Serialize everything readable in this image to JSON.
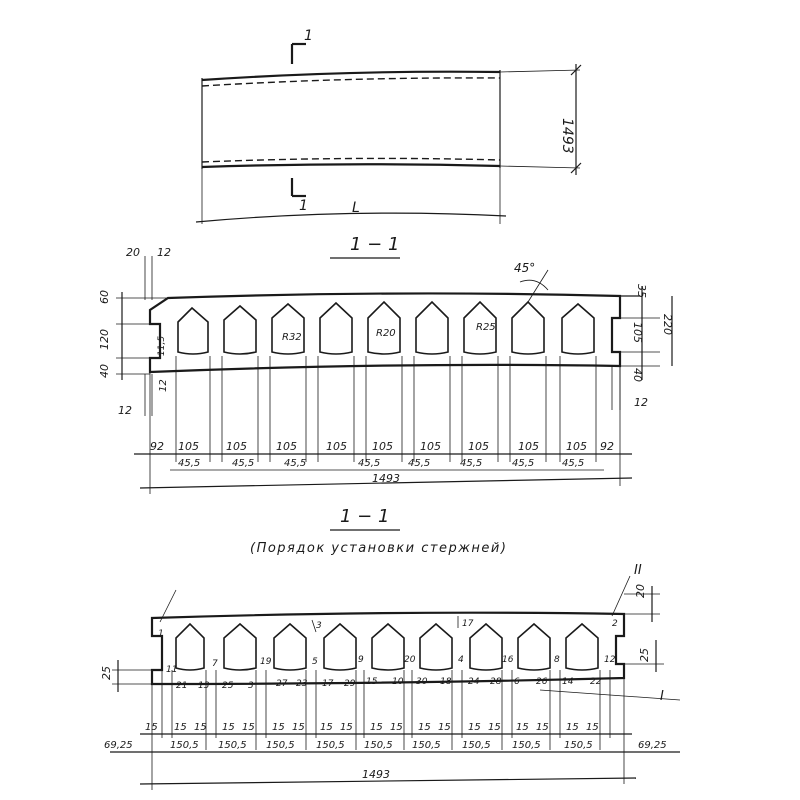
{
  "plan": {
    "section_mark": "1",
    "length_label": "L",
    "width_label": "1493"
  },
  "section1": {
    "title": "1 − 1",
    "angle": "45°",
    "top_left_dims": [
      "20",
      "12"
    ],
    "left_dims": [
      "60",
      "120",
      "40"
    ],
    "left_small": "11,5",
    "left_bottom": "12",
    "right_dims": [
      "35",
      "105",
      "40"
    ],
    "right_total": "220",
    "right_bottom": "12",
    "radii": [
      "R32",
      "R20",
      "R25"
    ],
    "spacing_row": [
      "92",
      "105",
      "105",
      "105",
      "105",
      "105",
      "105",
      "105",
      "105",
      "105",
      "92"
    ],
    "rib_row": [
      "45,5",
      "45,5",
      "45,5",
      "45,5",
      "45,5",
      "45,5",
      "45,5",
      "45,5"
    ],
    "total": "1493"
  },
  "section2": {
    "title": "1 − 1",
    "subtitle": "(Порядок  установки  стержней)",
    "mark_II": "II",
    "mark_I": "I",
    "right_top": "20",
    "right_mid": "25",
    "left_mid": "25",
    "bar_numbers": [
      "1",
      "11",
      "21",
      "13",
      "7",
      "25",
      "3",
      "19",
      "27",
      "23",
      "5",
      "17",
      "29",
      "9",
      "15",
      "10",
      "20",
      "30",
      "18",
      "24",
      "4",
      "28",
      "16",
      "6",
      "26",
      "14",
      "22",
      "8",
      "12",
      "2"
    ],
    "fifteen_row": [
      "15",
      "15",
      "15",
      "15",
      "15",
      "15",
      "15",
      "15",
      "15",
      "15",
      "15",
      "15",
      "15",
      "15",
      "15",
      "15",
      "15",
      "15",
      "15"
    ],
    "spacing_row": [
      "69,25",
      "150,5",
      "150,5",
      "150,5",
      "150,5",
      "150,5",
      "150,5",
      "150,5",
      "150,5",
      "150,5",
      "69,25"
    ],
    "total": "1493"
  }
}
